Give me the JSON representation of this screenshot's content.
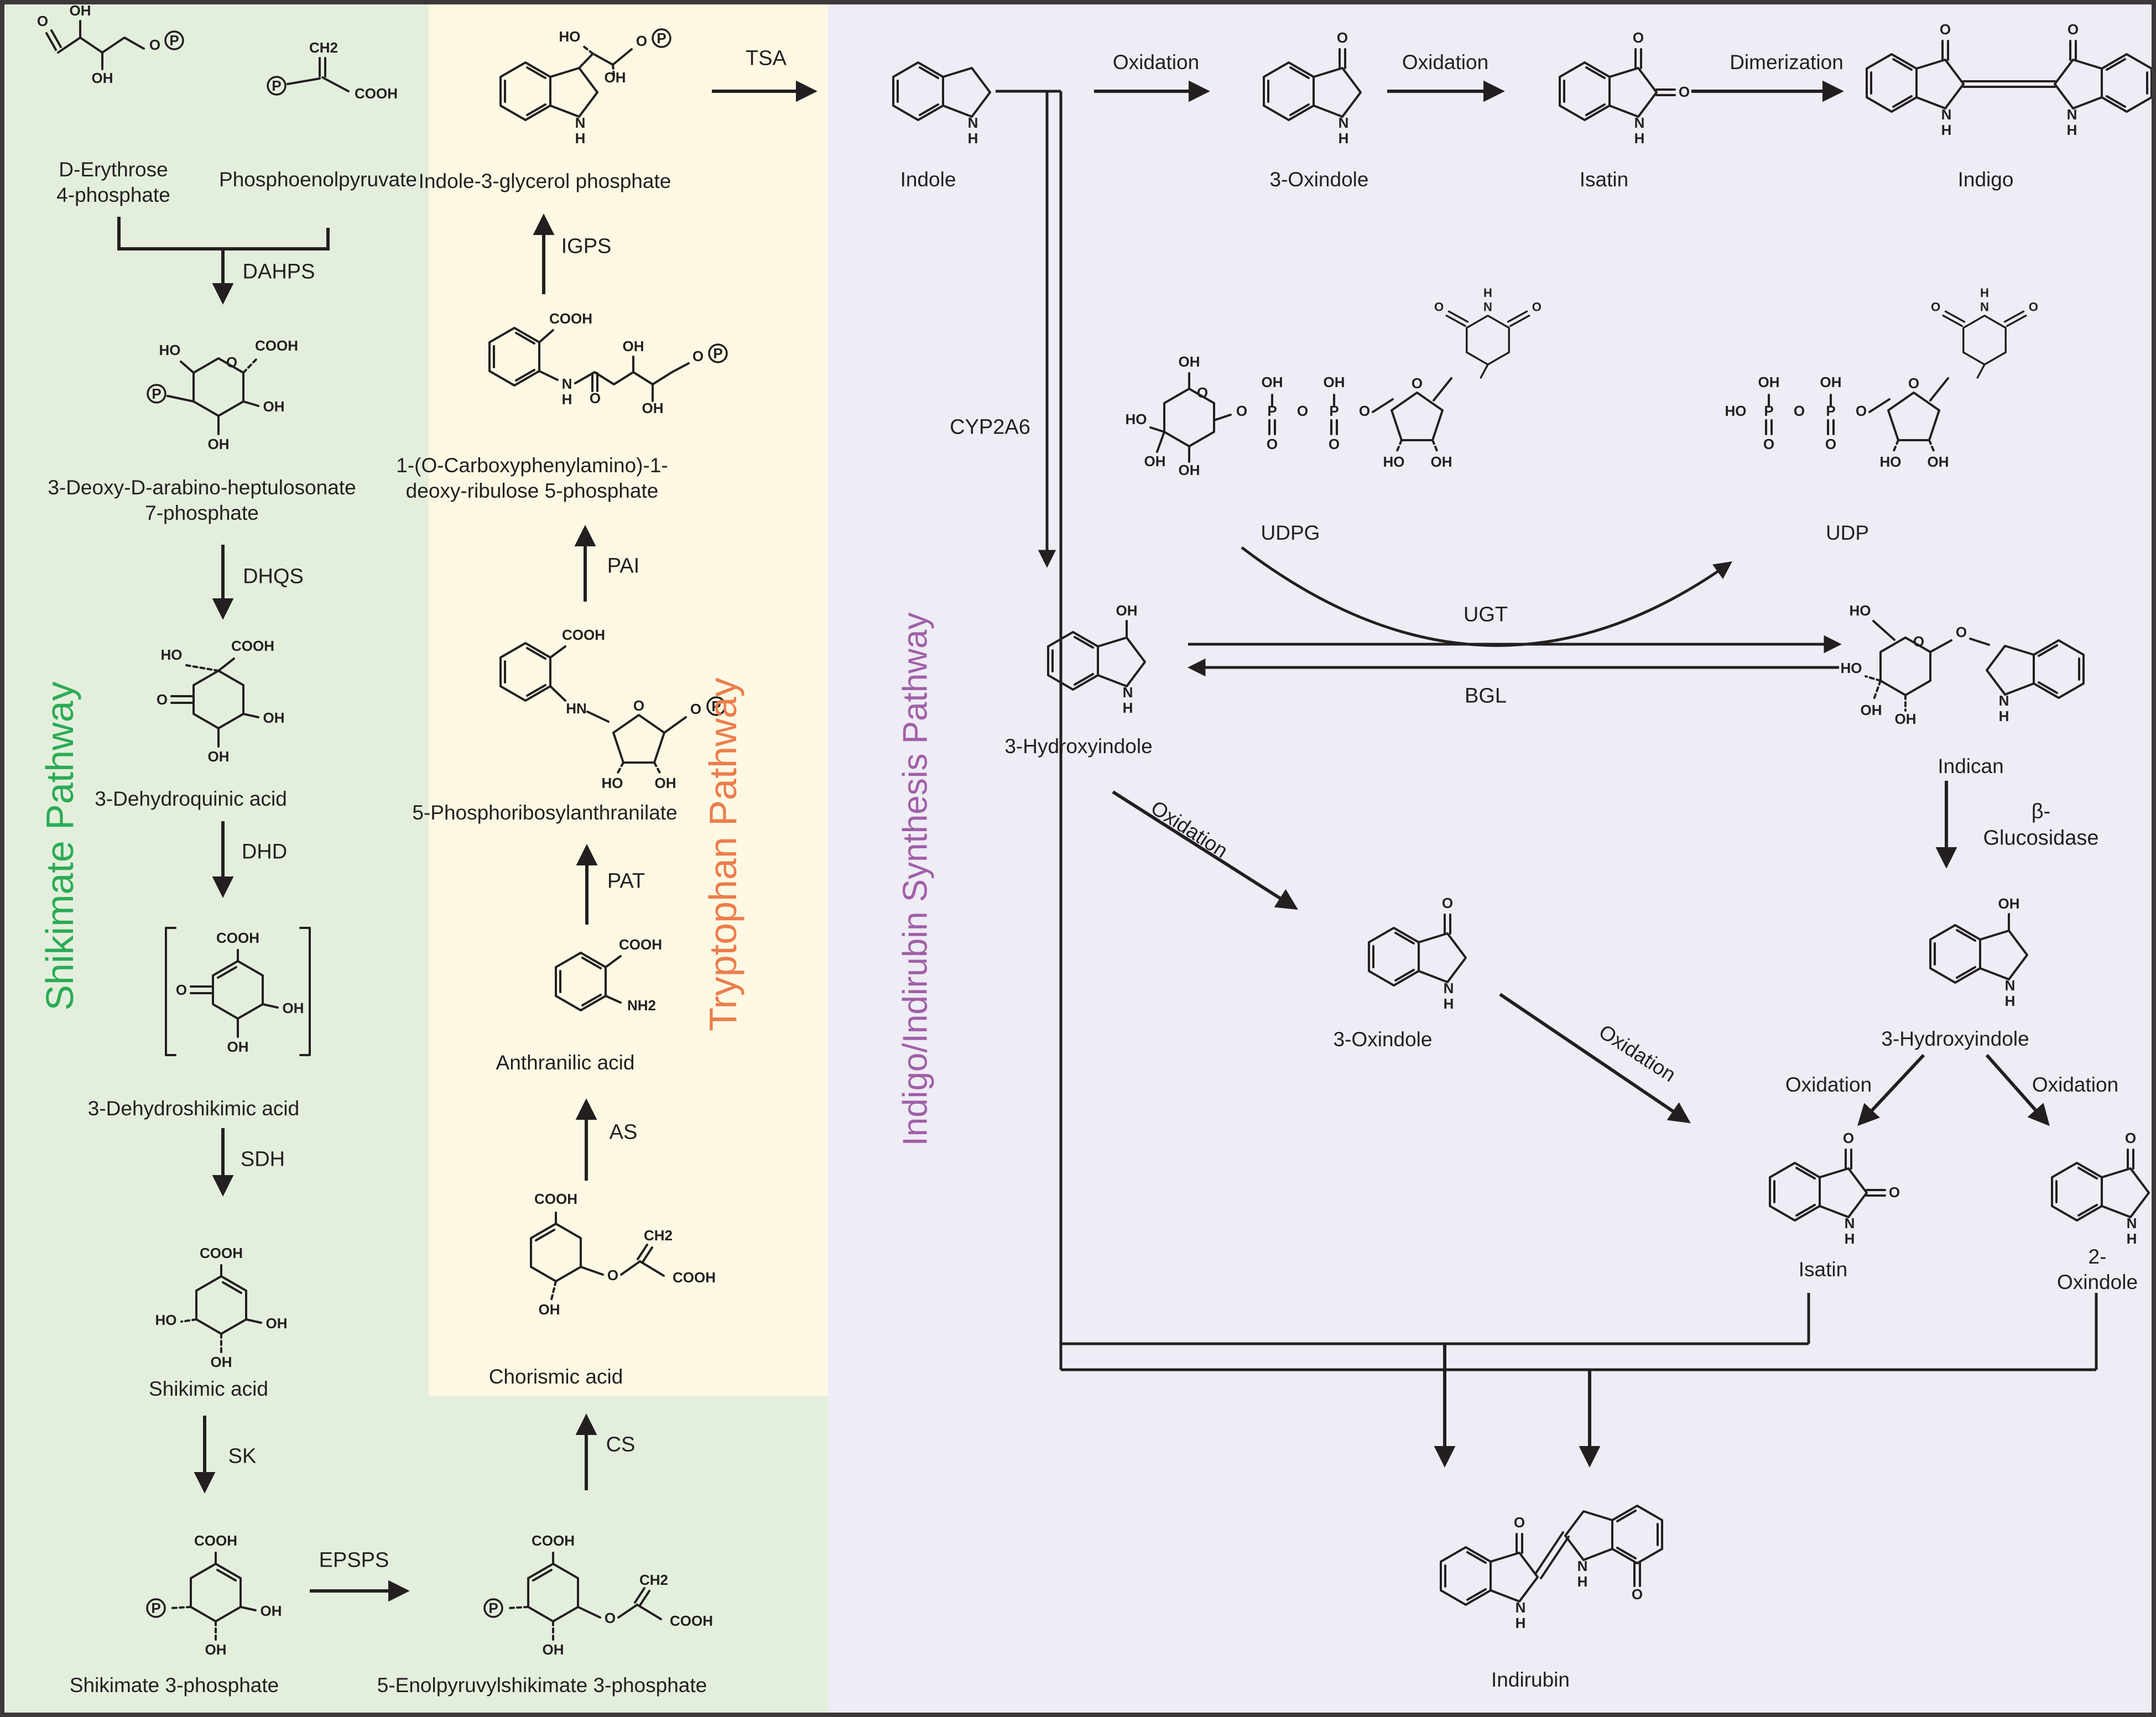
{
  "pathway_titles": {
    "shikimate": "Shikimate Pathway",
    "tryptophan": "Tryptophan Pathway",
    "indigo": "Indigo/Indirubin Synthesis Pathway"
  },
  "compounds": {
    "erythrose": "D-Erythrose\n4-phosphate",
    "pep": "Phosphoenolpyruvate",
    "dahp": "3-Deoxy-D-arabino-heptulosonate\n7-phosphate",
    "dhq": "3-Dehydroquinic acid",
    "dhs": "3-Dehydroshikimic acid",
    "shikimic": "Shikimic acid",
    "s3p": "Shikimate 3-phosphate",
    "eps": "5-Enolpyruvylshikimate 3-phosphate",
    "chorismic": "Chorismic acid",
    "anthranilic": "Anthranilic acid",
    "pra": "5-Phosphoribosylanthranilate",
    "cdrp": "1-(O-Carboxyphenylamino)-1-\ndeoxy-ribulose 5-phosphate",
    "igp": "Indole-3-glycerol phosphate",
    "indole": "Indole",
    "oxindole3_top": "3-Oxindole",
    "isatin_top": "Isatin",
    "indigo": "Indigo",
    "udpg": "UDPG",
    "udp": "UDP",
    "hydroxyindole3": "3-Hydroxyindole",
    "indican": "Indican",
    "oxindole3_mid": "3-Oxindole",
    "hydroxyindole3_b": "3-Hydroxyindole",
    "isatin_b": "Isatin",
    "oxindole2": "2-Oxindole",
    "indirubin": "Indirubin"
  },
  "enzymes": {
    "dahps": "DAHPS",
    "dhqs": "DHQS",
    "dhd": "DHD",
    "sdh": "SDH",
    "sk": "SK",
    "epsps": "EPSPS",
    "cs": "CS",
    "as": "AS",
    "pat": "PAT",
    "pai": "PAI",
    "igps": "IGPS",
    "tsa": "TSA",
    "cyp2a6": "CYP2A6",
    "ugt": "UGT",
    "bgl": "BGL",
    "beta_glucosidase": "β-Glucosidase"
  },
  "reactions": {
    "oxidation": "Oxidation",
    "dimerization": "Dimerization"
  },
  "colors": {
    "shikimate_bg": "#e3efdc",
    "tryptophan_bg": "#fdf8e3",
    "indigo_bg": "#eeecf4",
    "shikimate_text": "#2bab55",
    "tryptophan_text": "#ec7d4c",
    "indigo_text": "#a05fa8",
    "structure": "#231f20"
  }
}
